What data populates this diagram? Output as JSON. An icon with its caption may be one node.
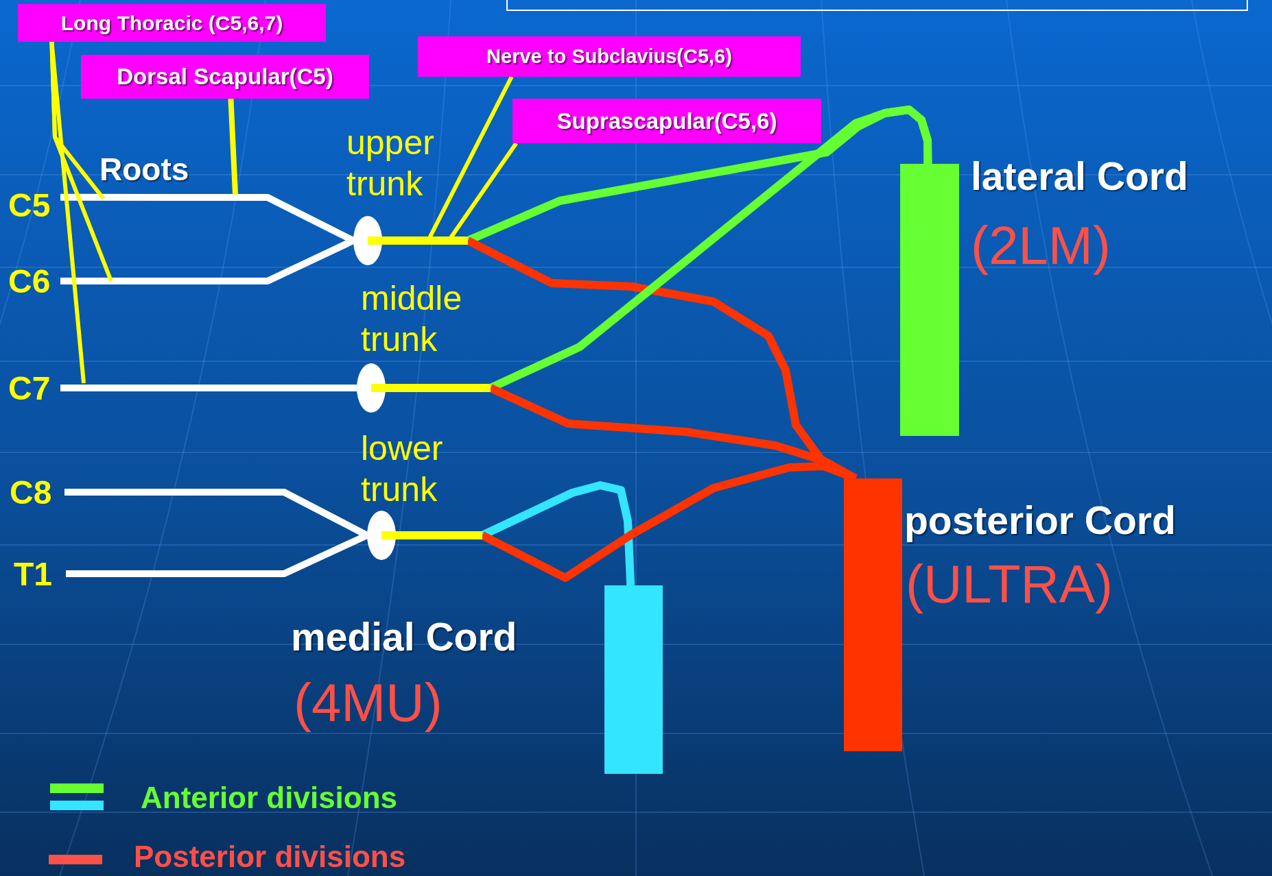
{
  "diagram": {
    "nodes": [
      {
        "text": [
          "Long Thoracic (C5,6,7)"
        ]
      },
      {
        "text": [
          "Dorsal Scapular(C5)"
        ]
      },
      {
        "text": [
          "Nerve to Subclavius(C5,6)"
        ]
      },
      {
        "text": [
          "Suprascapular(C5,6)"
        ]
      },
      {
        "text": [
          "C5"
        ]
      },
      {
        "text": [
          "C6"
        ]
      },
      {
        "text": [
          "C7"
        ]
      },
      {
        "text": [
          "C8"
        ]
      },
      {
        "text": [
          "T1"
        ]
      },
      {
        "text": [],
        "shape": "ellipse",
        "beside": [
          "upper trunk"
        ]
      },
      {
        "text": [],
        "shape": "ellipse",
        "beside": [
          "middle trunk"
        ]
      },
      {
        "text": [],
        "shape": "ellipse",
        "beside": [
          "lower trunk"
        ]
      },
      {
        "text": [],
        "shape": "bar",
        "beside": [
          "lateral Cord",
          "(2LM)"
        ]
      },
      {
        "text": [],
        "shape": "bar",
        "beside": [
          "posterior Cord",
          "(ULTRA)"
        ]
      },
      {
        "text": [],
        "shape": "bar",
        "beside": [
          "medial Cord",
          "(4MU)"
        ]
      }
    ],
    "edges": [
      {
        "from": 4,
        "to": 9,
        "arrow": "none",
        "color": "#ffffff"
      },
      {
        "from": 5,
        "to": 9,
        "arrow": "none",
        "color": "#ffffff"
      },
      {
        "from": 6,
        "to": 10,
        "arrow": "none",
        "color": "#ffffff"
      },
      {
        "from": 7,
        "to": 11,
        "arrow": "none",
        "color": "#ffffff"
      },
      {
        "from": 8,
        "to": 11,
        "arrow": "none",
        "color": "#ffffff"
      },
      {
        "from": 9,
        "to": 12,
        "arrow": "none",
        "color": "#66ff33"
      },
      {
        "from": 9,
        "to": 13,
        "arrow": "none",
        "color": "#ff3300"
      },
      {
        "from": 10,
        "to": 12,
        "arrow": "none",
        "color": "#66ff33"
      },
      {
        "from": 10,
        "to": 13,
        "arrow": "none",
        "color": "#ff3300"
      },
      {
        "from": 11,
        "to": 14,
        "arrow": "none",
        "color": "#33e5ff"
      },
      {
        "from": 11,
        "to": 13,
        "arrow": "none",
        "color": "#ff3300"
      },
      {
        "from": 0,
        "to": null,
        "arrow": "none",
        "color": "#ffff00"
      },
      {
        "from": 0,
        "to": null,
        "arrow": "none",
        "color": "#ffff00"
      },
      {
        "from": 0,
        "to": null,
        "arrow": "none",
        "color": "#ffff00"
      },
      {
        "from": 1,
        "to": null,
        "arrow": "none",
        "color": "#ffff00"
      },
      {
        "from": 2,
        "to": 9,
        "arrow": "none",
        "color": "#ffff00"
      },
      {
        "from": 3,
        "to": 9,
        "arrow": "none",
        "color": "#ffff00"
      }
    ],
    "labels": [
      "Roots"
    ],
    "legend": [
      {
        "text": "Anterior divisions"
      },
      {
        "text": "Posterior divisions",
        "color": "#ff5047"
      }
    ]
  }
}
